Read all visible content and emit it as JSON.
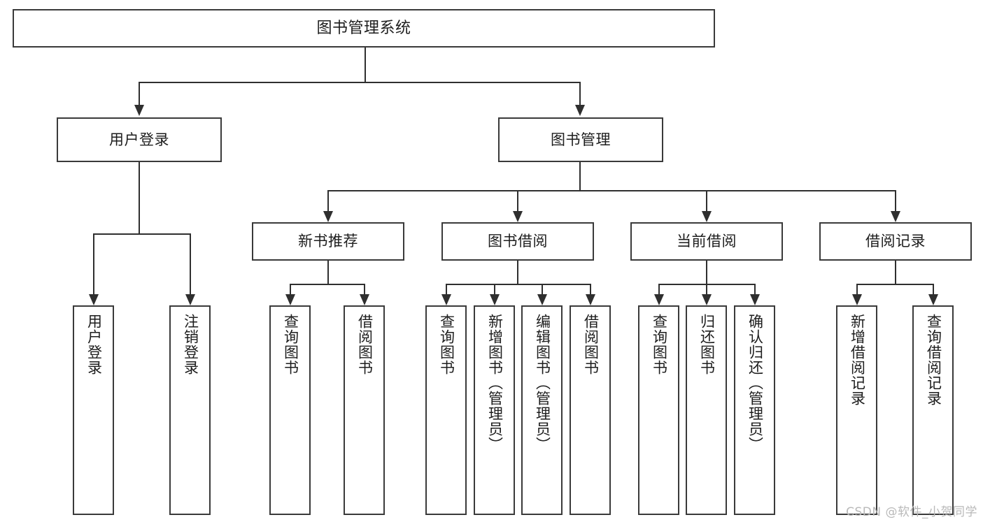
{
  "diagram": {
    "type": "tree",
    "title": "图书管理系统",
    "root": {
      "label": "图书管理系统"
    },
    "level1": [
      {
        "label": "用户登录"
      },
      {
        "label": "图书管理"
      }
    ],
    "level2": [
      {
        "label": "新书推荐"
      },
      {
        "label": "图书借阅"
      },
      {
        "label": "当前借阅"
      },
      {
        "label": "借阅记录"
      }
    ],
    "leaves": {
      "user_login": [
        {
          "label": "用户登录"
        },
        {
          "label": "注销登录"
        }
      ],
      "new_book_recommend": [
        {
          "label": "查询图书"
        },
        {
          "label": "借阅图书"
        }
      ],
      "book_borrow": [
        {
          "label": "查询图书"
        },
        {
          "label": "新增图书（管理员）"
        },
        {
          "label": "编辑图书（管理员）"
        },
        {
          "label": "借阅图书"
        }
      ],
      "current_borrow": [
        {
          "label": "查询图书"
        },
        {
          "label": "归还图书"
        },
        {
          "label": "确认归还（管理员）"
        }
      ],
      "borrow_record": [
        {
          "label": "新增借阅记录"
        },
        {
          "label": "查询借阅记录"
        }
      ]
    }
  },
  "watermark": {
    "text": "CSDN @软件_小贺同学"
  },
  "colors": {
    "border": "#3a3a3a",
    "connector": "#2f2f2f",
    "background": "#ffffff",
    "text": "#1d1d1d",
    "watermark": "#b9b9b9"
  }
}
